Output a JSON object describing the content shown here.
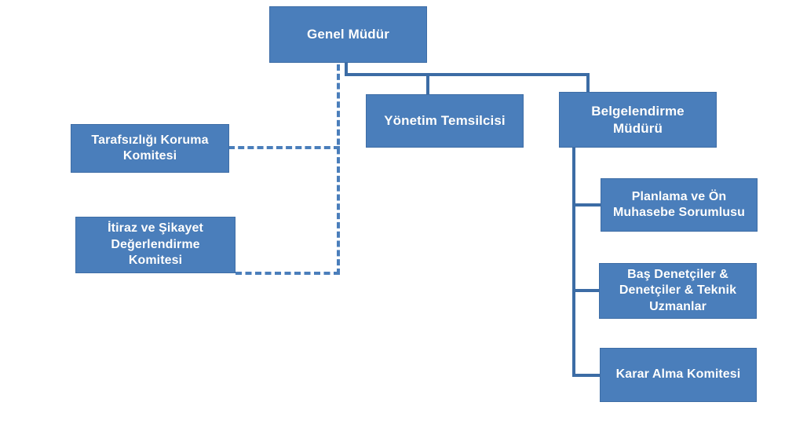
{
  "diagram": {
    "title": "Organizasyon Semasi",
    "type": "org-chart",
    "background_color": "#ffffff",
    "node_fill_color": "#4a7ebb",
    "node_border_color": "#3e6da6",
    "node_text_color": "#ffffff",
    "solid_connector_color": "#3c6ca5",
    "dashed_connector_color": "#4a7ebb"
  },
  "nodes": {
    "genel_mudur": {
      "label": "Genel Müdür",
      "level": 1
    },
    "yonetim_temsilcisi": {
      "label": "Yönetim Temsilcisi",
      "level": 2
    },
    "belgelendirme_muduru": {
      "label": "Belgelendirme\nMüdürü",
      "level": 2
    },
    "tarafsizligi_koruma_komitesi": {
      "label": "Tarafsızlığı Koruma\nKomitesi",
      "level": 2,
      "relation": "dashed"
    },
    "itiraz_sikayet_komitesi": {
      "label": "İtiraz ve Şikayet\nDeğerlendirme\nKomitesi",
      "level": 2,
      "relation": "dashed"
    },
    "planlama_on_muhasebe": {
      "label": "Planlama ve Ön\nMuhasebe Sorumlusu",
      "level": 3
    },
    "bas_denetciler": {
      "label": "Baş Denetçiler &\nDenetçiler & Teknik\nUzmanlar",
      "level": 3
    },
    "karar_alma_komitesi": {
      "label": "Karar Alma Komitesi",
      "level": 3
    }
  }
}
